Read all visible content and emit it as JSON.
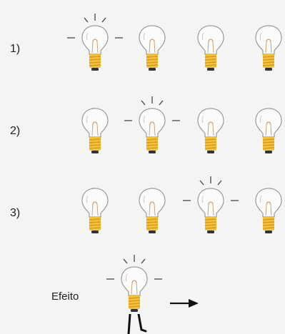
{
  "rows": [
    {
      "label": "1)",
      "lit_index": 0
    },
    {
      "label": "2)",
      "lit_index": 1
    },
    {
      "label": "3)",
      "lit_index": 2
    }
  ],
  "effect": {
    "label": "Efeito",
    "lit": true
  },
  "colors": {
    "glass_stroke": "#9a9a9a",
    "filament": "#c9a07a",
    "base": "#f2c23a",
    "base_thread": "#d99a1e",
    "base_tip": "#333333",
    "rays": "#555555",
    "arrow": "#111111"
  }
}
